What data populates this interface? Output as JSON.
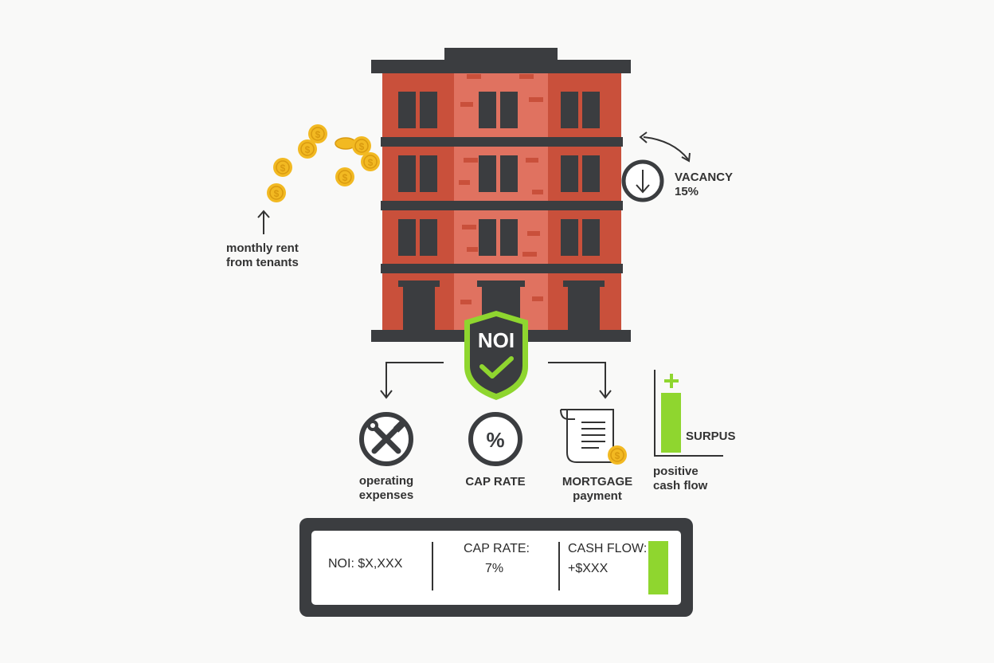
{
  "labels": {
    "rent_line1": "monthly rent",
    "rent_line2": "from tenants",
    "vacancy_label": "VACANCY",
    "vacancy_value": "15%",
    "noi_badge": "NOI",
    "operating_line1": "operating",
    "operating_line2": "expenses",
    "cap_rate": "CAP RATE",
    "mortgage_line1": "MORTGAGE",
    "mortgage_line2": "payment",
    "surplus": "SURPUS",
    "positive_line1": "positive",
    "positive_line2": "cash flow",
    "percent_symbol": "%",
    "plus_symbol": "+"
  },
  "summary": {
    "noi": "NOI: $X,XXX",
    "cap_rate_label": "CAP RATE:",
    "cap_rate_value": "7%",
    "cash_flow_label": "CASH FLOW:",
    "cash_flow_value": "+$XXX"
  },
  "icons": {
    "coins": "dollar-coin-icon",
    "vacancy": "arrow-down-circle-icon",
    "operating": "wrench-screwdriver-icon",
    "cap_rate": "percent-circle-icon",
    "mortgage": "document-coin-icon",
    "noi": "shield-check-icon",
    "surplus": "bar-plus-icon"
  },
  "colors": {
    "brick": "#c9503b",
    "brick_center": "#e07260",
    "dark": "#3b3d40",
    "accent_green": "#8fd62f",
    "coin": "#f2b922",
    "background": "#f9f9f8"
  }
}
